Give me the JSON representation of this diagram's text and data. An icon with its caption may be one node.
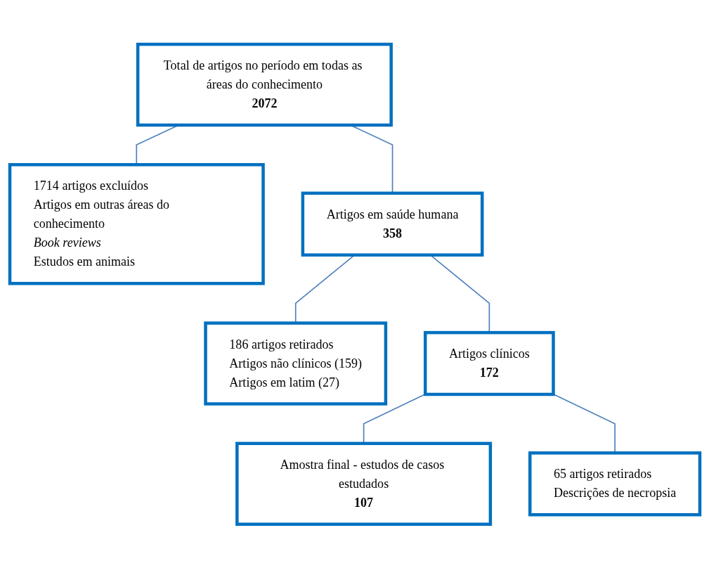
{
  "diagram": {
    "nodes": [
      {
        "text": [
          "Total de artigos no período em todas as áreas do conhecimento",
          "2072"
        ]
      },
      {
        "text": [
          "1714 artigos excluídos",
          "Artigos em outras áreas do conhecimento",
          "*Book reviews*",
          "Estudos em animais"
        ]
      },
      {
        "text": [
          "Artigos em saúde humana",
          "358"
        ]
      },
      {
        "text": [
          "186 artigos retirados",
          "Artigos não clínicos (159)",
          "Artigos em latim (27)"
        ]
      },
      {
        "text": [
          "Artigos clínicos",
          "172"
        ]
      },
      {
        "text": [
          "65 artigos retirados",
          "Descrições de necropsia"
        ]
      },
      {
        "text": [
          "Amostra final - estudos de casos estudados",
          "107"
        ]
      }
    ],
    "edges": [
      {
        "from": 0,
        "to": 2,
        "arrow": "none"
      },
      {
        "from": 0,
        "to": 1,
        "arrow": "none"
      },
      {
        "from": 2,
        "to": 4,
        "arrow": "none"
      },
      {
        "from": 2,
        "to": 3,
        "arrow": "none"
      },
      {
        "from": 4,
        "to": 6,
        "arrow": "none"
      },
      {
        "from": 4,
        "to": 5,
        "arrow": "none"
      }
    ]
  }
}
